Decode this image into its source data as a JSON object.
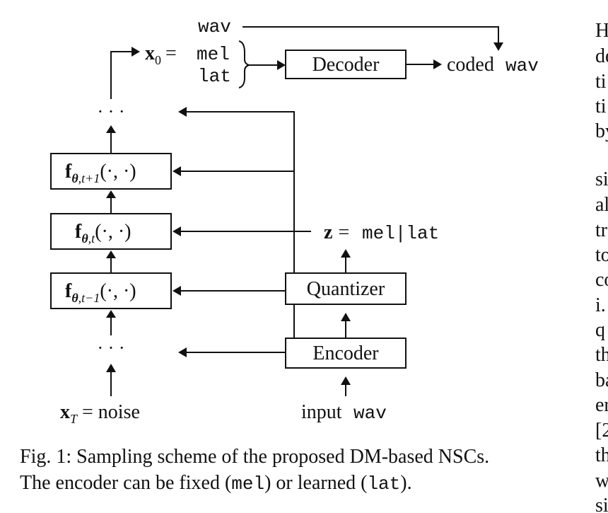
{
  "figure": {
    "top_wav": "wav",
    "x0_lhs_var": "x",
    "x0_lhs_sub": "0",
    "x0_eq": "=",
    "x0_mel": "mel",
    "x0_lat": "lat",
    "decoder_label": "Decoder",
    "coded_word": "coded",
    "coded_mono": "wav",
    "dots": "· · ·",
    "f_var": "f",
    "f_theta": "θ",
    "f_sub_top": ",t+1",
    "f_sub_mid": ",t",
    "f_sub_bot": ",t−1",
    "f_args": "(·, ·)",
    "z_var": "z",
    "z_eq": "=",
    "z_value": "mel|lat",
    "quantizer_label": "Quantizer",
    "encoder_label": "Encoder",
    "xt_var": "x",
    "xt_sub": "T",
    "xt_rest": " = noise",
    "input_word": "input",
    "input_mono": "wav"
  },
  "caption": {
    "line1": "Fig. 1: Sampling scheme of the proposed DM-based NSCs.",
    "line2_a": "The encoder can be fixed (",
    "line2_mel": "mel",
    "line2_b": ") or learned (",
    "line2_lat": "lat",
    "line2_c": ")."
  },
  "right_column": {
    "fragments": [
      "H",
      "de",
      "ti",
      "ti",
      "by",
      "si",
      "al",
      "tr",
      "to",
      "co",
      "i.",
      "q",
      "th",
      "ba",
      "er",
      "[2",
      "th",
      "w",
      "si"
    ]
  }
}
